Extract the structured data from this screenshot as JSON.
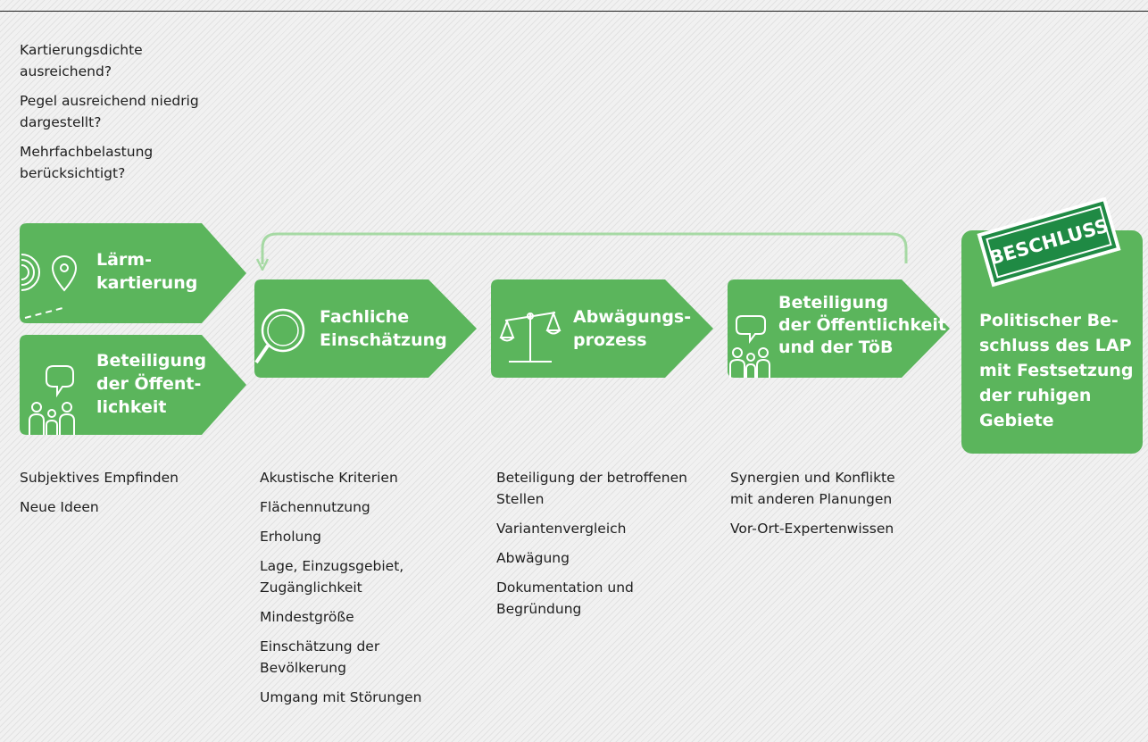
{
  "colors": {
    "green": "#5bb55c",
    "dark_green": "#1f8a44",
    "arrow_line": "#a6d9a4",
    "text": "#1e1e1e"
  },
  "top_questions": [
    "Kartierungsdichte\nausreichend?",
    "Pegel ausreichend niedrig\ndargestellt?",
    "Mehrfachbelastung\nberücksichtigt?"
  ],
  "steps": {
    "laermkartierung": {
      "label": "Lärm-\nkartierung",
      "icon": "radio-waves-location-pin-icon"
    },
    "beteiligung_oeffentlichkeit": {
      "label": "Beteiligung\nder Öffent-\nlichkeit",
      "icon": "speech-bubble-people-icon"
    },
    "fachliche_einschaetzung": {
      "label": "Fachliche\nEinschätzung",
      "icon": "magnifier-icon"
    },
    "abwaegungsprozess": {
      "label": "Abwägungs-\nprozess",
      "icon": "scales-icon"
    },
    "beteiligung_toeb": {
      "label": "Beteiligung\nder Öffentlichkeit\nund der TöB",
      "icon": "speech-bubble-people-icon"
    },
    "beschluss": {
      "badge": "BESCHLUSS",
      "label": "Politischer Be-\nschluss des LAP\nmit Festsetzung\nder ruhigen\nGebiete"
    }
  },
  "criteria": {
    "col1": [
      "Subjektives Empfinden",
      "Neue Ideen"
    ],
    "col2": [
      "Akustische Kriterien",
      "Flächennutzung",
      "Erholung",
      "Lage, Einzugsgebiet,\nZugänglichkeit",
      "Mindestgröße",
      "Einschätzung der\nBevölkerung",
      "Umgang mit Störungen"
    ],
    "col3": [
      "Beteiligung der betroffenen\nStellen",
      "Variantenvergleich",
      "Abwägung",
      "Dokumentation und\nBegründung"
    ],
    "col4": [
      "Synergien und Konflikte\nmit anderen Planungen",
      "Vor-Ort-Expertenwissen"
    ]
  }
}
